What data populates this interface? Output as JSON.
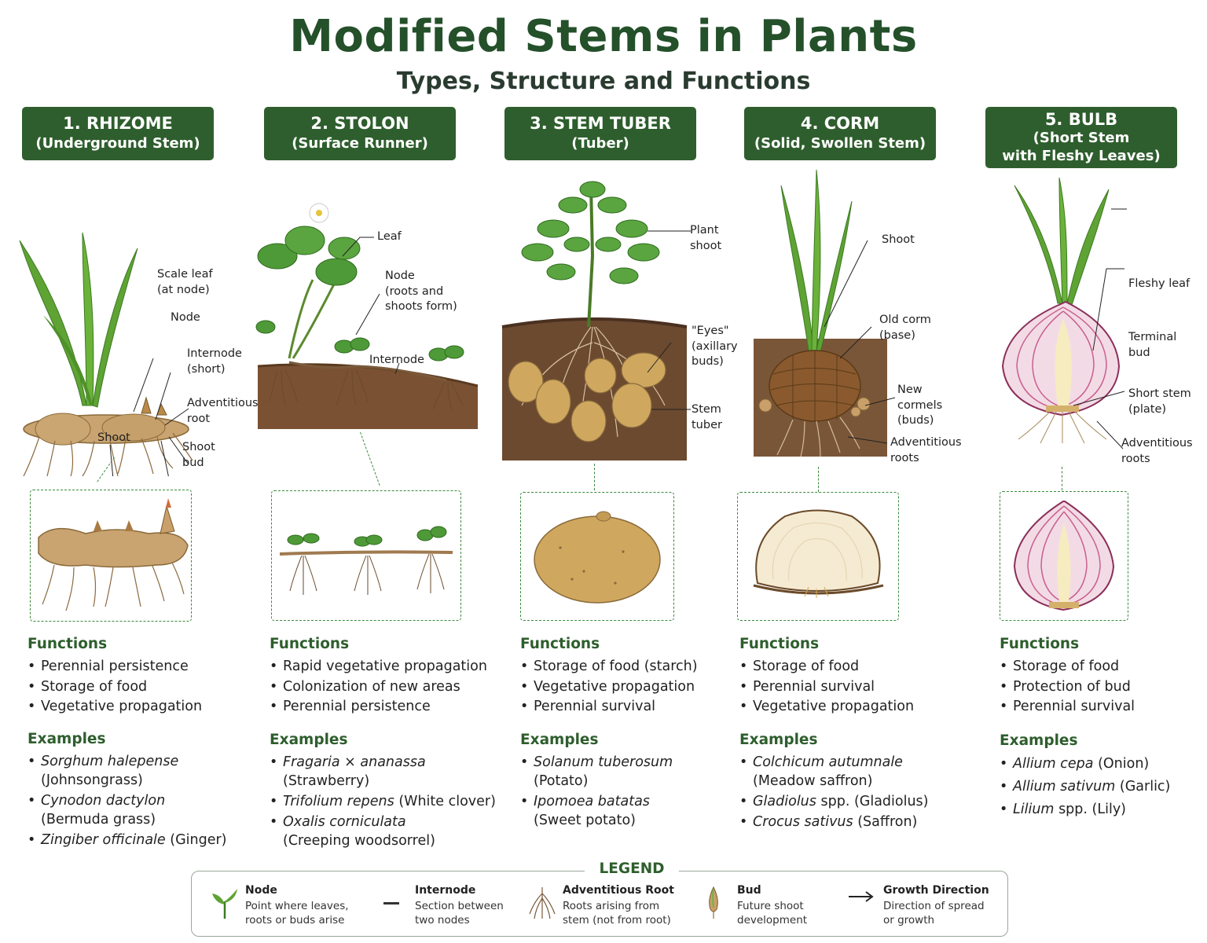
{
  "header": {
    "title": "Modified Stems in Plants",
    "subtitle": "Types, Structure and Functions"
  },
  "columns": [
    {
      "name": "1. RHIZOME",
      "subname": "(Underground Stem)",
      "labels": [
        "Scale leaf\n(at node)",
        "Node",
        "Internode\n(short)",
        "Adventitious\nroot",
        "Shoot",
        "Shoot bud"
      ],
      "functions_heading": "Functions",
      "functions": [
        "Perennial persistence",
        "Storage of food",
        "Vegetative propagation"
      ],
      "examples_heading": "Examples",
      "examples": [
        {
          "sci": "Sorghum halepense",
          "common": "(Johnsongrass)"
        },
        {
          "sci": "Cynodon dactylon",
          "common": "(Bermuda grass)"
        },
        {
          "sci": "Zingiber officinale",
          "common": "(Ginger)"
        }
      ]
    },
    {
      "name": "2. STOLON",
      "subname": "(Surface Runner)",
      "labels": [
        "Leaf",
        "Node\n(roots and\nshoots form)",
        "Internode"
      ],
      "functions_heading": "Functions",
      "functions": [
        "Rapid vegetative propagation",
        "Colonization of new areas",
        "Perennial persistence"
      ],
      "examples_heading": "Examples",
      "examples": [
        {
          "sci": "Fragaria × ananassa",
          "common": "(Strawberry)"
        },
        {
          "sci": "Trifolium repens",
          "common": "(White clover)"
        },
        {
          "sci": "Oxalis corniculata",
          "common": "(Creeping woodsorrel)"
        }
      ]
    },
    {
      "name": "3. STEM TUBER",
      "subname": "(Tuber)",
      "labels": [
        "Plant\nshoot",
        "\"Eyes\"\n(axillary\nbuds)",
        "Stem\ntuber"
      ],
      "functions_heading": "Functions",
      "functions": [
        "Storage of food (starch)",
        "Vegetative propagation",
        "Perennial survival"
      ],
      "examples_heading": "Examples",
      "examples": [
        {
          "sci": "Solanum tuberosum",
          "common": "(Potato)"
        },
        {
          "sci": "Ipomoea batatas",
          "common": "(Sweet potato)"
        }
      ]
    },
    {
      "name": "4. CORM",
      "subname": "(Solid, Swollen Stem)",
      "labels": [
        "Shoot",
        "Old corm\n(base)",
        "New cormels\n(buds)",
        "Adventitious\nroots"
      ],
      "functions_heading": "Functions",
      "functions": [
        "Storage of food",
        "Perennial survival",
        "Vegetative propagation"
      ],
      "examples_heading": "Examples",
      "examples": [
        {
          "sci": "Colchicum autumnale",
          "common": "(Meadow saffron)"
        },
        {
          "sci": "Gladiolus",
          "common": "spp. (Gladiolus)"
        },
        {
          "sci": "Crocus sativus",
          "common": "(Saffron)"
        }
      ]
    },
    {
      "name": "5. BULB",
      "subname": "(Short Stem\nwith Fleshy Leaves)",
      "labels": [
        "Fleshy leaf",
        "Terminal\nbud",
        "Short stem\n(plate)",
        "Adventitious\nroots"
      ],
      "functions_heading": "Functions",
      "functions": [
        "Storage of food",
        "Protection of bud",
        "Perennial survival"
      ],
      "examples_heading": "Examples",
      "examples": [
        {
          "sci": "Allium cepa",
          "common": "(Onion)"
        },
        {
          "sci": "Allium sativum",
          "common": "(Garlic)"
        },
        {
          "sci": "Lilium",
          "common": "spp. (Lily)"
        }
      ]
    }
  ],
  "legend": {
    "title": "LEGEND",
    "items": [
      {
        "icon": "node-sprout-icon",
        "name": "Node",
        "desc": "Point where leaves,\nroots or buds arise"
      },
      {
        "icon": "internode-dash-icon",
        "name": "Internode",
        "desc": "Section between\ntwo nodes"
      },
      {
        "icon": "adventitious-root-icon",
        "name": "Adventitious Root",
        "desc": "Roots arising from\nstem (not from root)"
      },
      {
        "icon": "bud-icon",
        "name": "Bud",
        "desc": "Future shoot\ndevelopment"
      },
      {
        "icon": "arrow-icon",
        "name": "Growth Direction",
        "desc": "Direction of spread\nor growth"
      }
    ]
  },
  "colors": {
    "heading_green": "#24502a",
    "banner_green": "#2e5e2d",
    "dashed_border": "#3c8a3d"
  }
}
